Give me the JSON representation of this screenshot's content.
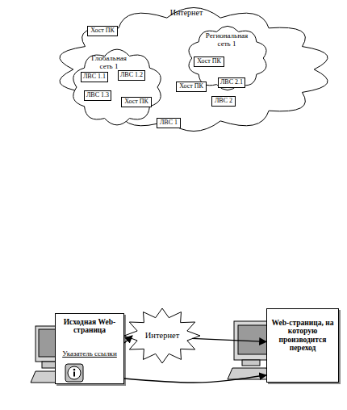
{
  "diagram": {
    "nodes": [
      {
        "text": [
          "Интернет"
        ]
      },
      {
        "text": [
          "Хост ПК"
        ],
        "in": 0
      },
      {
        "text": [
          "Региональная сеть 1"
        ],
        "in": 0
      },
      {
        "text": [
          "Хост ПК"
        ],
        "in": 2
      },
      {
        "text": [
          "ЛВС 2.1"
        ],
        "in": 2
      },
      {
        "text": [
          "Глобальная сеть 1"
        ],
        "in": 0
      },
      {
        "text": [
          "ЛВС 1.1"
        ],
        "in": 5
      },
      {
        "text": [
          "ЛВС 1.2"
        ],
        "in": 5
      },
      {
        "text": [
          "ЛВС 1.3"
        ],
        "in": 5
      },
      {
        "text": [
          "Хост ПК"
        ],
        "in": 5
      },
      {
        "text": [
          "Хост ПК"
        ],
        "in": 0
      },
      {
        "text": [
          "ЛВС 2"
        ],
        "in": 0
      },
      {
        "text": [
          "ЛВС 1"
        ],
        "in": 0
      },
      {
        "text": [
          "Исходная Web-страница",
          "Указатель ссылки"
        ]
      },
      {
        "text": [
          "Интернет"
        ]
      },
      {
        "text": [
          "Web-страница, на которую производится переход"
        ]
      }
    ],
    "edges": [
      {
        "from": 13,
        "to": 14,
        "arrow": "to"
      },
      {
        "from": 14,
        "to": 15,
        "arrow": "to"
      },
      {
        "from": 13,
        "to": 15,
        "arrow": "to"
      }
    ]
  }
}
